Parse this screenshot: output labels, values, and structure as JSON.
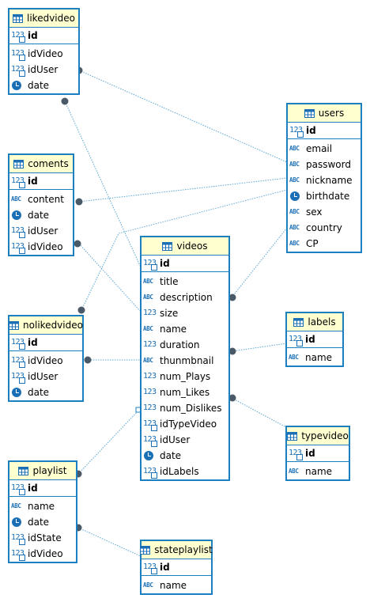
{
  "entities": {
    "likedvideo": {
      "title": "likedvideo",
      "pk": "id",
      "columns": [
        {
          "name": "idVideo",
          "type": "int-fk"
        },
        {
          "name": "idUser",
          "type": "int-fk"
        },
        {
          "name": "date",
          "type": "date"
        }
      ]
    },
    "users": {
      "title": "users",
      "pk": "id",
      "columns": [
        {
          "name": "email",
          "type": "text"
        },
        {
          "name": "password",
          "type": "text"
        },
        {
          "name": "nickname",
          "type": "text"
        },
        {
          "name": "birthdate",
          "type": "date"
        },
        {
          "name": "sex",
          "type": "text"
        },
        {
          "name": "country",
          "type": "text"
        },
        {
          "name": "CP",
          "type": "text"
        }
      ]
    },
    "coments": {
      "title": "coments",
      "pk": "id",
      "columns": [
        {
          "name": "content",
          "type": "text"
        },
        {
          "name": "date",
          "type": "date"
        },
        {
          "name": "idUser",
          "type": "int-fk"
        },
        {
          "name": "idVideo",
          "type": "int-fk"
        }
      ]
    },
    "videos": {
      "title": "videos",
      "pk": "id",
      "columns": [
        {
          "name": "title",
          "type": "text"
        },
        {
          "name": "description",
          "type": "text"
        },
        {
          "name": "size",
          "type": "int"
        },
        {
          "name": "name",
          "type": "text"
        },
        {
          "name": "duration",
          "type": "int"
        },
        {
          "name": "thunmbnail",
          "type": "text"
        },
        {
          "name": "num_Plays",
          "type": "int"
        },
        {
          "name": "num_Likes",
          "type": "int"
        },
        {
          "name": "num_Dislikes",
          "type": "int"
        },
        {
          "name": "idTypeVideo",
          "type": "int-fk"
        },
        {
          "name": "idUser",
          "type": "int-fk"
        },
        {
          "name": "date",
          "type": "date"
        },
        {
          "name": "idLabels",
          "type": "int-fk"
        }
      ]
    },
    "labels": {
      "title": "labels",
      "pk": "id",
      "columns": [
        {
          "name": "name",
          "type": "text"
        }
      ]
    },
    "nolikedvideo": {
      "title": "nolikedvideo",
      "pk": "id",
      "columns": [
        {
          "name": "idVideo",
          "type": "int-fk"
        },
        {
          "name": "idUser",
          "type": "int-fk"
        },
        {
          "name": "date",
          "type": "date"
        }
      ]
    },
    "typevideo": {
      "title": "typevideo",
      "pk": "id",
      "columns": [
        {
          "name": "name",
          "type": "text"
        }
      ]
    },
    "playlist": {
      "title": "playlist",
      "pk": "id",
      "columns": [
        {
          "name": "name",
          "type": "text"
        },
        {
          "name": "date",
          "type": "date"
        },
        {
          "name": "idState",
          "type": "int-fk"
        },
        {
          "name": "idVideo",
          "type": "int-fk"
        }
      ]
    },
    "stateplaylist": {
      "title": "stateplaylist",
      "pk": "id",
      "columns": [
        {
          "name": "name",
          "type": "text"
        }
      ]
    }
  },
  "relations": [
    {
      "from": "likedvideo",
      "to": "users"
    },
    {
      "from": "likedvideo",
      "to": "videos"
    },
    {
      "from": "coments",
      "to": "users"
    },
    {
      "from": "coments",
      "to": "videos"
    },
    {
      "from": "videos",
      "to": "users"
    },
    {
      "from": "videos",
      "to": "labels"
    },
    {
      "from": "videos",
      "to": "typevideo"
    },
    {
      "from": "nolikedvideo",
      "to": "videos"
    },
    {
      "from": "nolikedvideo",
      "to": "users"
    },
    {
      "from": "playlist",
      "to": "videos"
    },
    {
      "from": "playlist",
      "to": "stateplaylist"
    }
  ],
  "icons": {
    "table": "table-icon",
    "int": "numeric-type-icon",
    "text": "text-type-icon",
    "date": "date-type-icon",
    "fk": "foreign-key-icon"
  },
  "colors": {
    "border": "#1c7fbf",
    "header": "#ffffd0",
    "edge": "#5aa6d6",
    "dot": "#4a5968",
    "icon": "#1a6fb5"
  }
}
